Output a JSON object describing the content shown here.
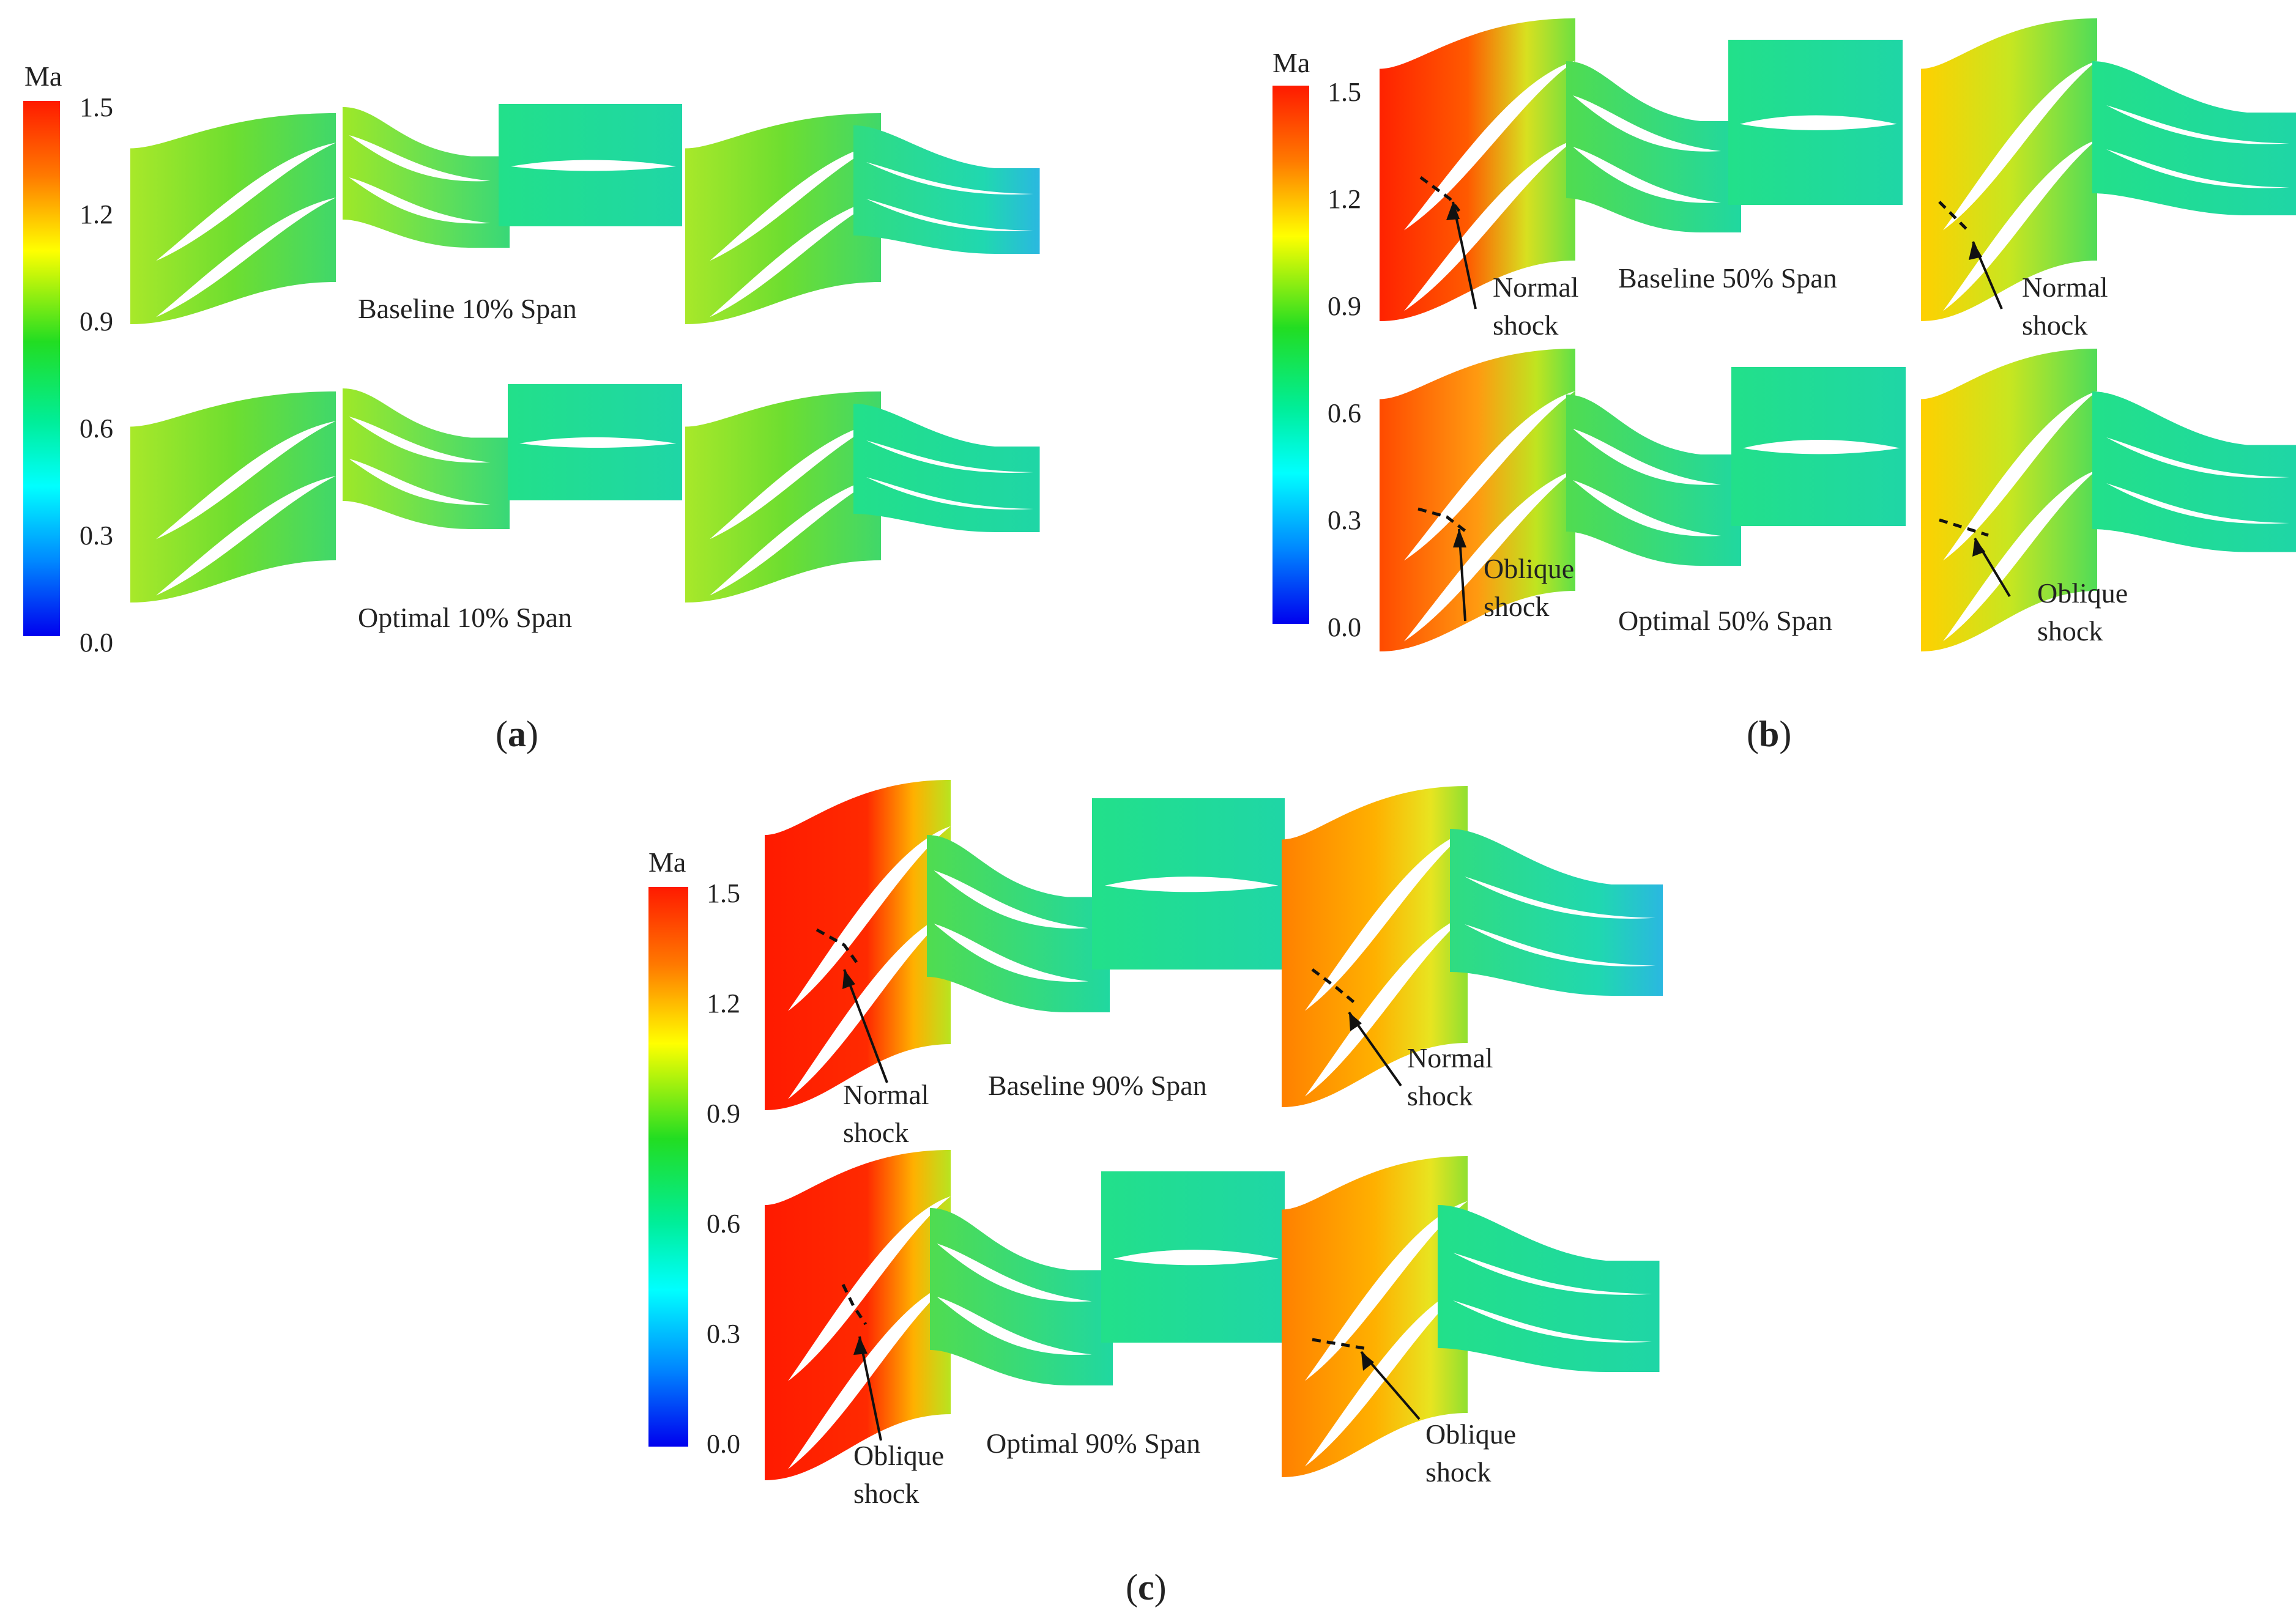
{
  "colorbar": {
    "title": "Ma",
    "ticks": [
      "1.5",
      "1.2",
      "0.9",
      "0.6",
      "0.3",
      "0.0"
    ],
    "colors": [
      "#ff1a00",
      "#ff8c00",
      "#ffff00",
      "#22dd22",
      "#00ee88",
      "#00ffff",
      "#0088ff",
      "#0000ee"
    ]
  },
  "panels": {
    "a": {
      "label_open": "(",
      "label_letter": "a",
      "label_close": ")",
      "top_caption": "Baseline 10% Span",
      "bottom_caption": "Optimal 10% Span"
    },
    "b": {
      "label_open": "(",
      "label_letter": "b",
      "label_close": ")",
      "top_caption": "Baseline 50% Span",
      "bottom_caption": "Optimal 50% Span",
      "top_shock_1": [
        "Normal",
        "shock"
      ],
      "top_shock_2": [
        "Normal",
        "shock"
      ],
      "bottom_shock_1": [
        "Oblique",
        "shock"
      ],
      "bottom_shock_2": [
        "Oblique",
        "shock"
      ]
    },
    "c": {
      "label_open": "(",
      "label_letter": "c",
      "label_close": ")",
      "top_caption": "Baseline 90% Span",
      "bottom_caption": "Optimal 90% Span",
      "top_shock_1": [
        "Normal",
        "shock"
      ],
      "top_shock_2": [
        "Normal",
        "shock"
      ],
      "bottom_shock_1": [
        "Oblique",
        "shock"
      ],
      "bottom_shock_2": [
        "Oblique",
        "shock"
      ]
    }
  }
}
